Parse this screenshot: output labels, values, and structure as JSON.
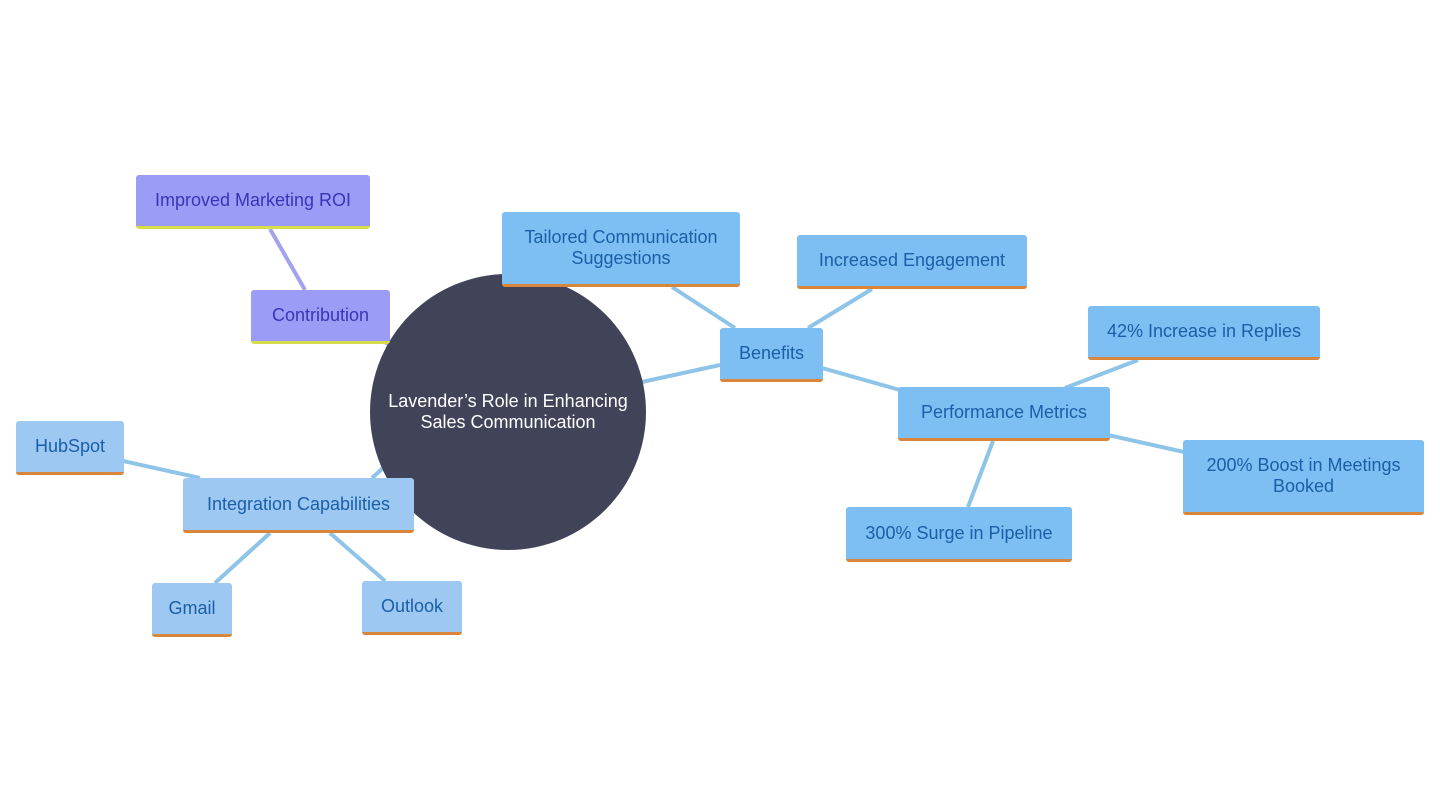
{
  "diagram": {
    "root": {
      "label": "Lavender’s Role in Enhancing Sales Communication"
    },
    "nodes": {
      "contribution": "Contribution",
      "improved_roi": "Improved Marketing ROI",
      "benefits": "Benefits",
      "tailored": "Tailored Communication Suggestions",
      "engagement": "Increased Engagement",
      "performance": "Performance Metrics",
      "replies": "42% Increase in Replies",
      "meetings": "200% Boost in Meetings Booked",
      "pipeline": "300% Surge in Pipeline",
      "integration": "Integration Capabilities",
      "hubspot": "HubSpot",
      "gmail": "Gmail",
      "outlook": "Outlook"
    },
    "colors": {
      "root_fill": "#414459",
      "node_blue": "#7dbff2",
      "node_light_blue": "#9dc8f2",
      "node_purple": "#9a9cf5",
      "node_text_blue": "#1a5fa8",
      "node_text_purple": "#3b34b8",
      "accent_orange": "#d9853b",
      "accent_yellow": "#d8dc4a",
      "edge_blue": "#8ec4e8",
      "edge_purple": "#a3a3ec"
    }
  }
}
